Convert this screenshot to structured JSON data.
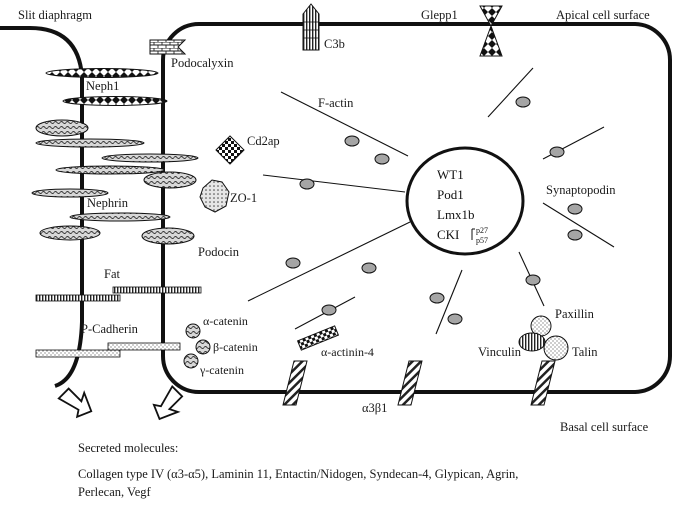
{
  "labels": {
    "slit_diaphragm": "Slit diaphragm",
    "apical_surface": "Apical cell surface",
    "basal_surface": "Basal cell surface",
    "podocalyxin": "Podocalyxin",
    "c3b": "C3b",
    "glepp1": "Glepp1",
    "neph1": "Neph1",
    "f_actin": "F-actin",
    "cd2ap": "Cd2ap",
    "zo1": "ZO-1",
    "nephrin": "Nephrin",
    "podocin": "Podocin",
    "fat": "Fat",
    "p_cadherin": "P-Cadherin",
    "alpha_catenin": "α-catenin",
    "beta_catenin": "β-catenin",
    "gamma_catenin": "γ-catenin",
    "alpha_actinin4": "α-actinin-4",
    "integrin": "α3β1",
    "synaptopodin": "Synaptopodin",
    "paxillin": "Paxillin",
    "vinculin": "Vinculin",
    "talin": "Talin"
  },
  "nucleus": {
    "wt1": "WT1",
    "pod1": "Pod1",
    "lmx1b": "Lmx1b",
    "cki": "CKI",
    "cki_p27": "p27",
    "cki_p57": "p57"
  },
  "secreted": {
    "title": "Secreted molecules:",
    "line1": "Collagen type IV (α3-α5), Laminin 11, Entactin/Nidogen, Syndecan-4, Glypican, Agrin,",
    "line2": "Perlecan, Vegf"
  }
}
